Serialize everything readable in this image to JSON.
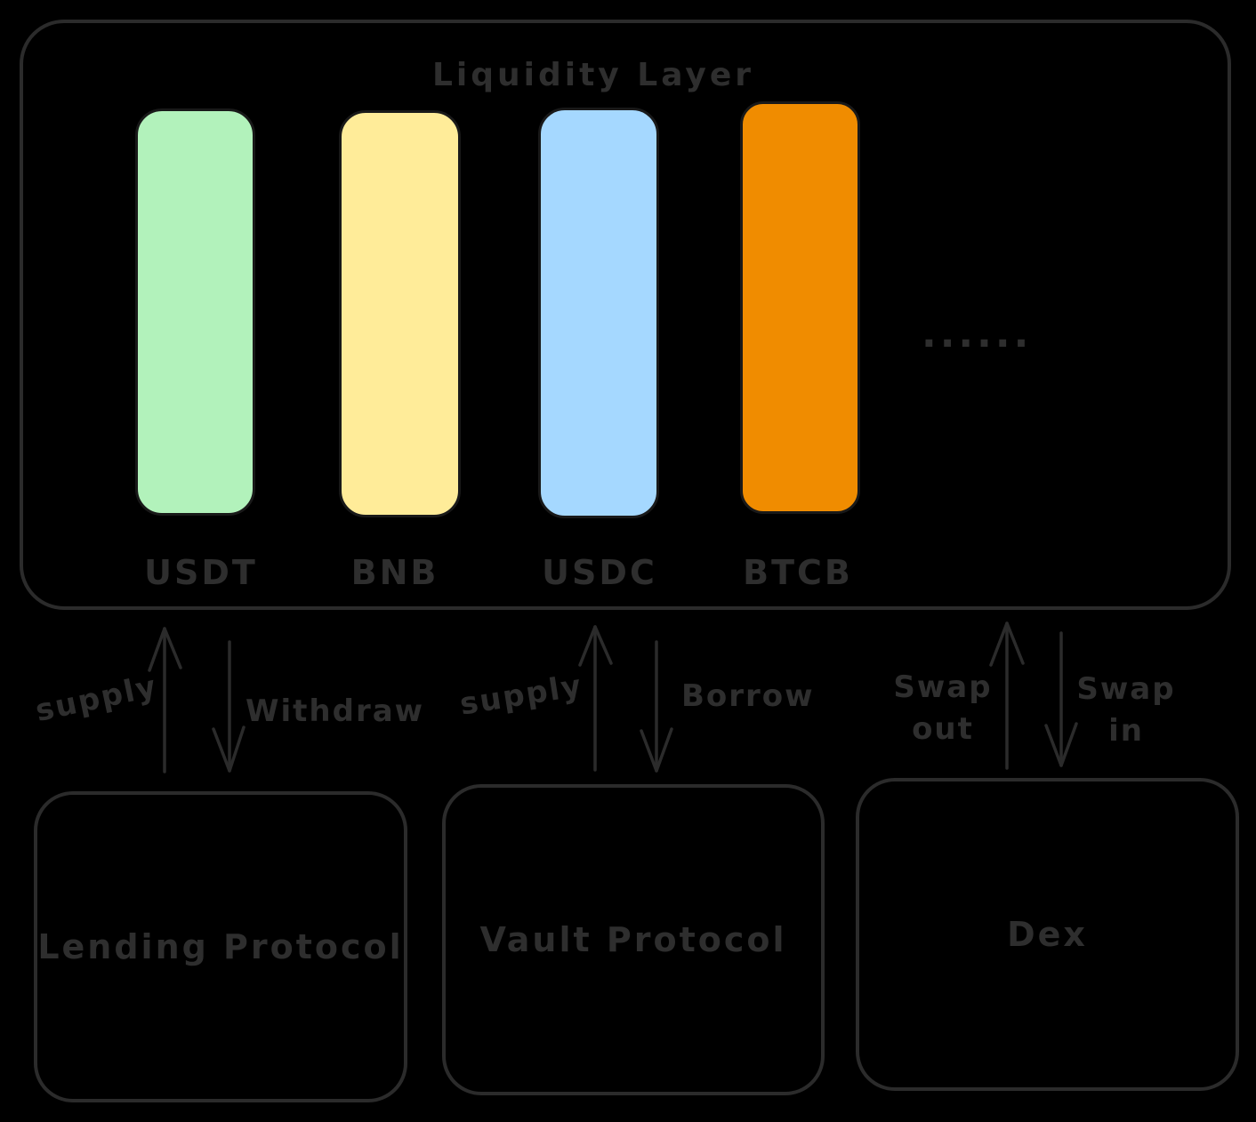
{
  "title": "Liquidity Layer",
  "assets": [
    {
      "label": "USDT",
      "color": "#b2f2bb"
    },
    {
      "label": "BNB",
      "color": "#ffec99"
    },
    {
      "label": "USDC",
      "color": "#a5d8ff"
    },
    {
      "label": "BTCB",
      "color": "#f08c00"
    }
  ],
  "more_indicator": "......",
  "flows": {
    "lending": {
      "up": "supply",
      "down": "Withdraw"
    },
    "vault": {
      "up": "supply",
      "down": "Borrow"
    },
    "dex": {
      "up_line1": "Swap",
      "up_line2": "out",
      "down_line1": "Swap",
      "down_line2": "in"
    }
  },
  "protocols": {
    "lending": "Lending Protocol",
    "vault": "Vault Protocol",
    "dex": "Dex"
  },
  "colors": {
    "background": "#000000",
    "stroke": "#2b2b2b",
    "text": "#2e2e2e"
  }
}
